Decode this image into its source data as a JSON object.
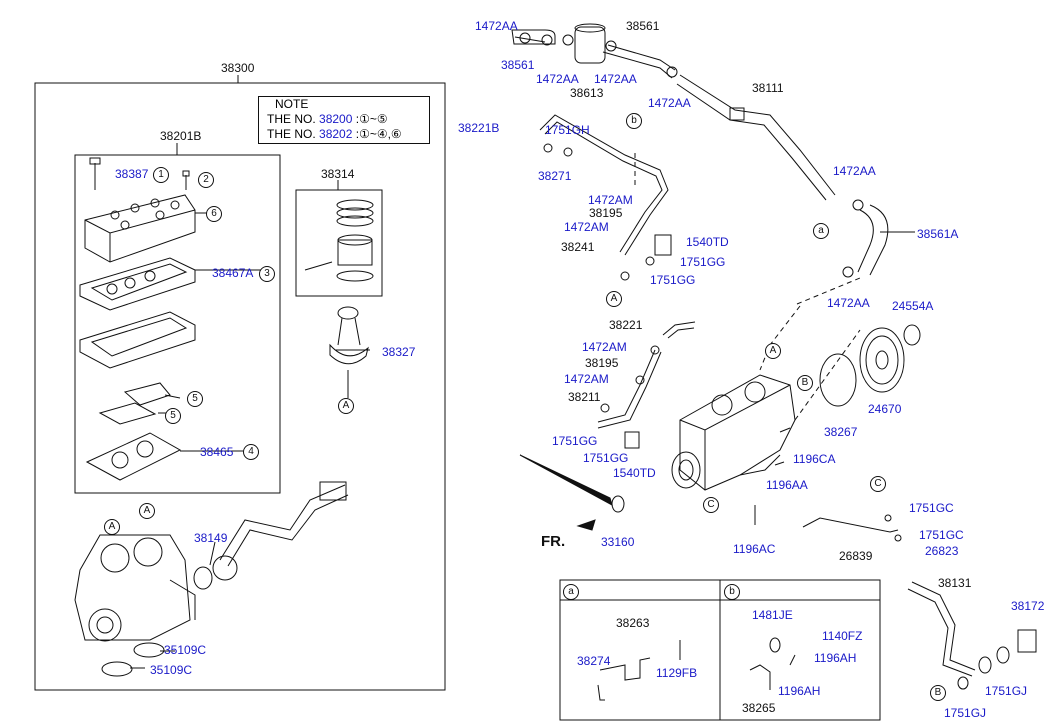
{
  "colors": {
    "part_number": "#1a1ac8",
    "line": "#111111"
  },
  "main_assembly": "38300",
  "note": {
    "title": "NOTE",
    "row1_prefix": "THE NO.",
    "row1_part": "38200",
    "row1_range": ":①~⑤",
    "row2_prefix": "THE NO.",
    "row2_part": "38202",
    "row2_range": ":①~④,⑥"
  },
  "front_marker": "FR.",
  "labels": {
    "l38201B": "38201B",
    "l38387": "38387",
    "l38467A": "38467A",
    "l38465": "38465",
    "l38314": "38314",
    "l38327": "38327",
    "l38149": "38149",
    "l35109C_a": "35109C",
    "l35109C_b": "35109C",
    "l1472AA_1": "1472AA",
    "l38561_1": "38561",
    "l1472AA_2": "1472AA",
    "l38613": "38613",
    "l1472AA_3": "1472AA",
    "l38561_2": "38561",
    "l1472AA_4": "1472AA",
    "l38111": "38111",
    "l38221B": "38221B",
    "l1751GH": "1751GH",
    "l38271": "38271",
    "l1472AM_1": "1472AM",
    "l38195_1": "38195",
    "l1472AM_2": "1472AM",
    "l38241": "38241",
    "l1540TD_1": "1540TD",
    "l1751GG_1": "1751GG",
    "l1751GG_2": "1751GG",
    "l1472AA_5": "1472AA",
    "l38561A": "38561A",
    "l1472AA_6": "1472AA",
    "l24554A": "24554A",
    "l38221": "38221",
    "l1472AM_3": "1472AM",
    "l38195_2": "38195",
    "l1472AM_4": "1472AM",
    "l38211": "38211",
    "l1751GG_3": "1751GG",
    "l1751GG_4": "1751GG",
    "l1540TD_2": "1540TD",
    "l24670": "24670",
    "l38267": "38267",
    "l1196CA": "1196CA",
    "l1196AA": "1196AA",
    "l33160": "33160",
    "l1196AC": "1196AC",
    "l1751GC_1": "1751GC",
    "l1751GC_2": "1751GC",
    "l26839": "26839",
    "l26823": "26823",
    "l38131": "38131",
    "l38172": "38172",
    "l1751GJ_1": "1751GJ",
    "l1751GJ_2": "1751GJ",
    "l38263": "38263",
    "l38274": "38274",
    "l1129FB": "1129FB",
    "l1481JE": "1481JE",
    "l1140FZ": "1140FZ",
    "l1196AH_1": "1196AH",
    "l1196AH_2": "1196AH",
    "l38265": "38265"
  },
  "callouts": {
    "c1": "1",
    "c2": "2",
    "c3": "3",
    "c4": "4",
    "c5a": "5",
    "c5b": "5",
    "c6": "6",
    "A_big1": "A",
    "A_big2": "A",
    "A_rod": "A",
    "A_pipe": "A",
    "A_comp": "A",
    "B_comp": "B",
    "B_pipe": "b",
    "C_comp": "C",
    "C_line": "C",
    "a_pipe": "a",
    "B_bottom": "B"
  },
  "detail_boxes": {
    "left": "a",
    "right": "b"
  }
}
